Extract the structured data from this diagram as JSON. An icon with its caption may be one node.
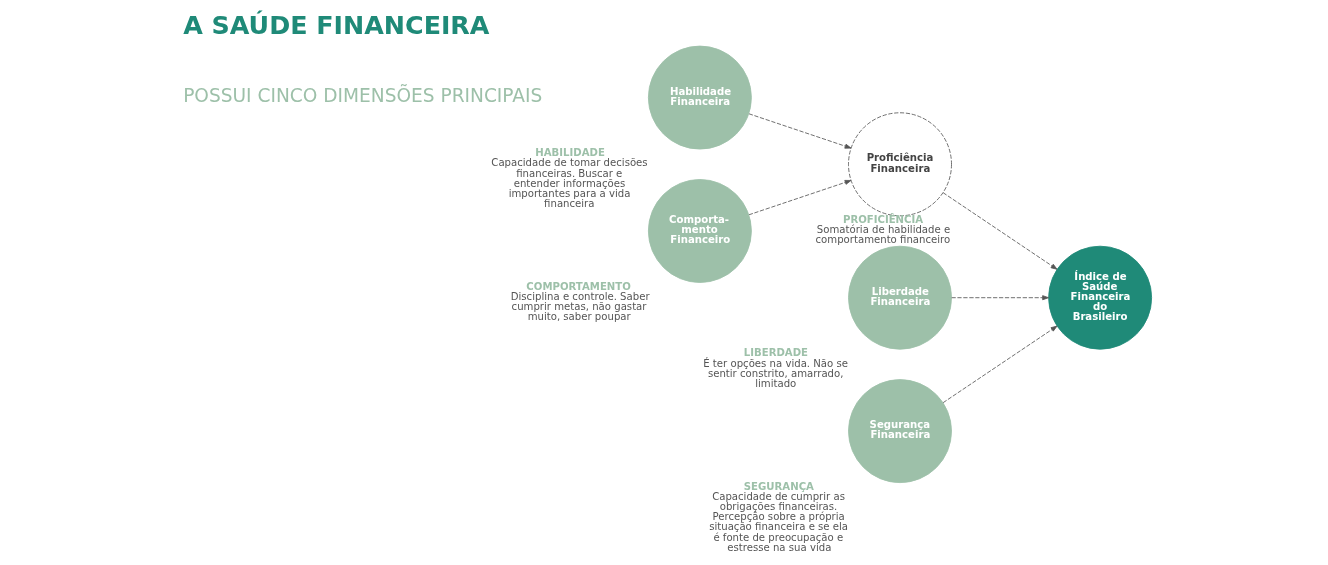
{
  "diagram": {
    "title": "A SAÚDE FINANCEIRA",
    "nodes": [
      {
        "text": [
          "Liberdade Financeira"
        ],
        "beside": [
          "LIBERDADE",
          "É ter opções na vida. Não se sentir constrito, amarrado, limitado"
        ]
      },
      {
        "text": [
          "Habilidade Financeira"
        ],
        "beside": [
          "HABILIDADE",
          "Capacidade de tomar decisões financeiras. Buscar e entender informações importantes para a vida financeira"
        ]
      },
      {
        "text": [
          "Segurança Financeira"
        ],
        "beside": [
          "SEGURANÇA",
          "Capacidade de cumprir as obrigações financeiras. Percepção sobre a própria situação financeira e se ela é fonte de preocupação e estresse na sua vida"
        ]
      },
      {
        "text": [
          "Índice de Saúde Financeira do Brasileiro"
        ]
      },
      {
        "text": [
          "Comporta- mento Financeiro"
        ],
        "beside": [
          "COMPORTAMENTO",
          "Disciplina e controle. Saber cumprir metas, não gastar muito, saber poupar"
        ]
      },
      {
        "text": [
          "Proficiência Financeira"
        ],
        "beside": [
          "PROFICIÊNCIA",
          "Somatória de habilidade e comportamento financeiro"
        ]
      }
    ],
    "edges": [
      {
        "from": 0,
        "to": 3,
        "arrow": "to",
        "style": "dashed"
      },
      {
        "from": 2,
        "to": 3,
        "arrow": "to",
        "style": "dashed"
      },
      {
        "from": 1,
        "to": 5,
        "arrow": "to",
        "style": "dashed"
      },
      {
        "from": 4,
        "to": 5,
        "arrow": "to",
        "style": "dashed"
      },
      {
        "from": 5,
        "to": 3,
        "arrow": "to",
        "style": "dashed"
      }
    ],
    "labels": [
      "POSSUI CINCO DIMENSÕES PRINCIPAIS"
    ]
  }
}
